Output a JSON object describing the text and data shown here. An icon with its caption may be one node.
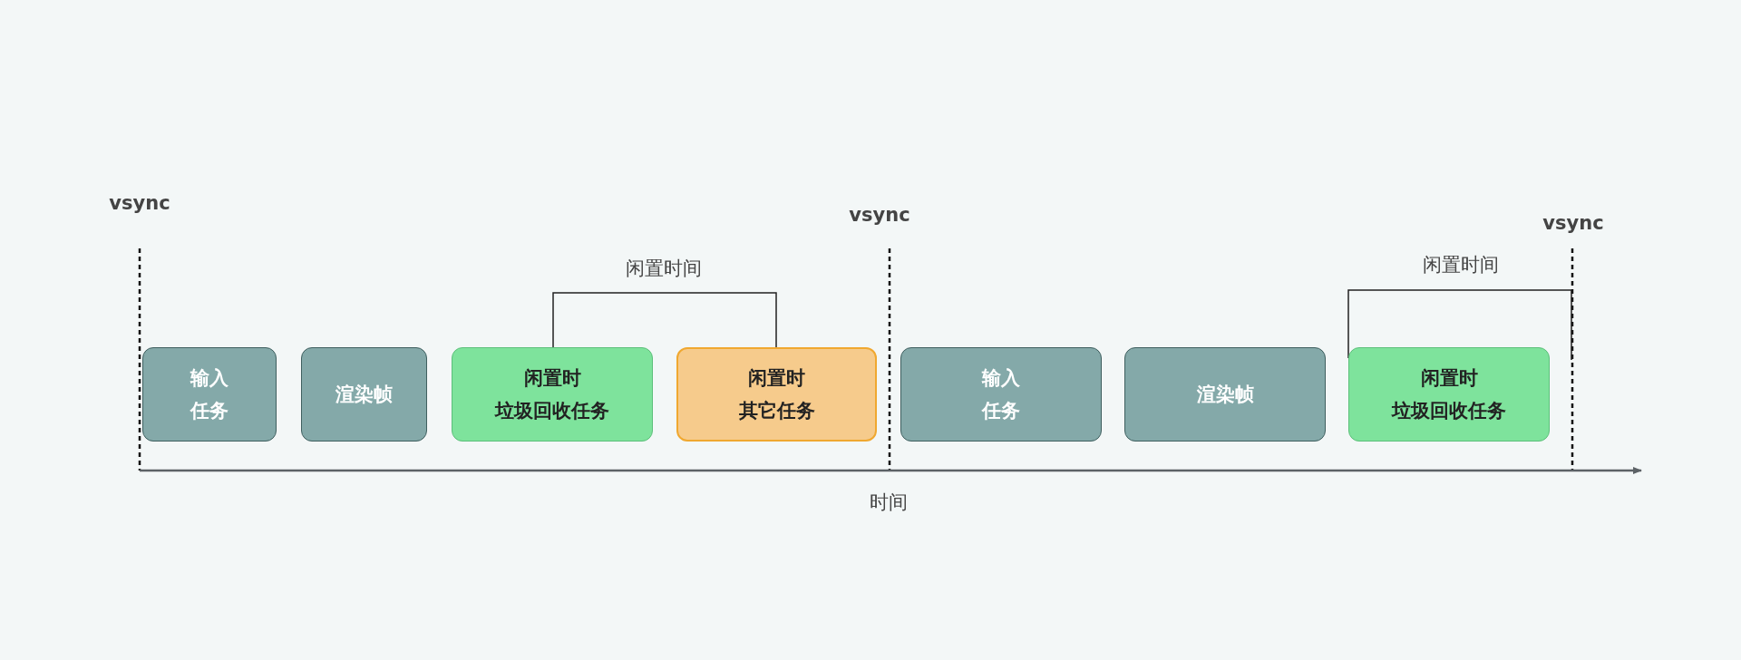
{
  "diagram": {
    "nodes": [
      {
        "text": [
          "输入任务"
        ]
      },
      {
        "text": [
          "渲染帧"
        ]
      },
      {
        "text": [
          "闲置时",
          "垃圾回收任务"
        ]
      },
      {
        "text": [
          "闲置时",
          "其它任务"
        ]
      },
      {
        "text": [
          "输入任务"
        ]
      },
      {
        "text": [
          "渲染帧"
        ]
      },
      {
        "text": [
          "闲置时",
          "垃圾回收任务"
        ]
      }
    ],
    "labels": [
      "vsync",
      "vsync",
      "vsync",
      "闲置时间",
      "闲置时间",
      "时间"
    ]
  }
}
